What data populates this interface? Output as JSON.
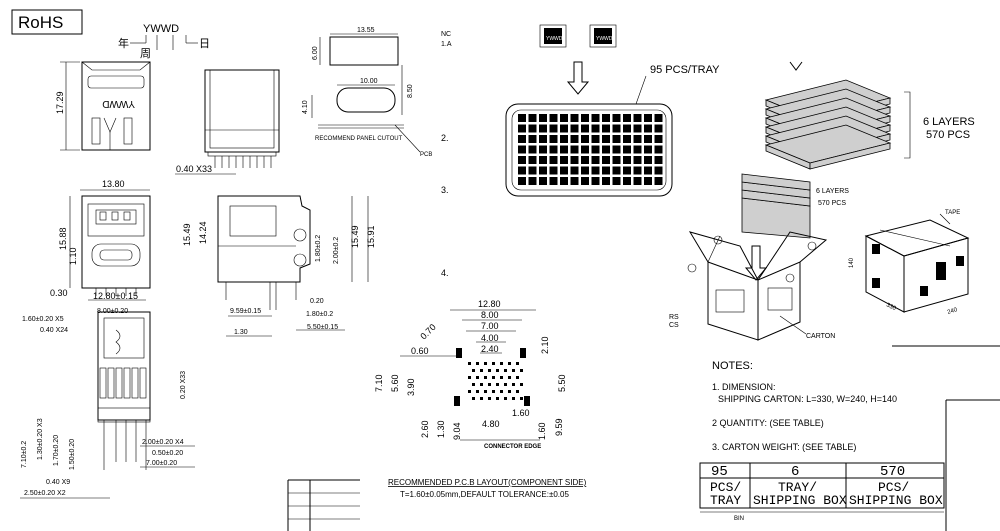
{
  "rohs": "RoHS",
  "date_code": {
    "code": "YWWD",
    "year": "年",
    "week": "周",
    "day": "日"
  },
  "left_views": {
    "front_height": "17.29",
    "marking": "YWWD",
    "pitch_note": "0.40 X33",
    "width": "13.80",
    "h1": "15.88",
    "h2": "1.10",
    "base": "0.30",
    "pitch": "12.80±0.15",
    "side_h1": "15.49",
    "side_h2": "14.24",
    "side_h3": "15.49",
    "side_h4": "15.91",
    "side_v1": "1.80±0.2",
    "side_v2": "2.00±0.2",
    "side_d1": "9.59±0.15",
    "side_d2": "0.20",
    "side_d3": "1.80±0.2",
    "side_d4": "1.30",
    "side_d5": "5.50±0.15",
    "bottom_a": "1.60±0.20 X5",
    "bottom_b": "0.40 X24",
    "bottom_c": "8.00±0.20",
    "bottom_d": "0.20 X33",
    "bottom_e": "7.10±0.2",
    "bottom_f": "1.30±0.20 X3",
    "bottom_g": "1.70±0.20",
    "bottom_h": "1.50±0.20",
    "bottom_i": "2.00±0.20 X4",
    "bottom_j": "0.50±0.20",
    "bottom_k": "7.00±0.20",
    "bottom_l": "0.40 X9",
    "bottom_m": "2.50±0.20 X2"
  },
  "panel": {
    "w": "13.55",
    "h1": "6.00",
    "h2": "8.50",
    "w2": "10.00",
    "h3": "4.10",
    "caption": "RECOMMEND PANEL CUTOUT",
    "pcb": "PCB"
  },
  "notes_left": [
    "NC",
    "1.A",
    "2.",
    "3.",
    "4."
  ],
  "pcb_layout": {
    "d1": "12.80",
    "d2": "8.00",
    "d3": "7.00",
    "d4": "4.00",
    "d5": "2.40",
    "d6": "0.70",
    "d7": "0.60",
    "d8": "7.10",
    "d9": "5.60",
    "d10": "3.90",
    "d11": "2.10",
    "d12": "5.50",
    "d13": "4.80",
    "d14": "1.60",
    "d15": "2.60",
    "d16": "1.30",
    "d17": "9.04",
    "d18": "1.60",
    "d19": "9.59",
    "edge": "CONNECTOR EDGE",
    "title": "RECOMMENDED P.C.B LAYOUT(COMPONENT SIDE)",
    "tolerance": "T=1.60±0.05mm,DEFAULT TOLERANCE:±0.05"
  },
  "packing": {
    "tray_count": "95 PCS/TRAY",
    "layers_line1": "6 LAYERS",
    "layers_line2": "570 PCS",
    "carton_layers1": "6 LAYERS",
    "carton_layers2": "570 PCS",
    "tape": "TAPE",
    "carton": "CARTON",
    "dim_h": "140",
    "dim_l": "330",
    "dim_w": "240",
    "rs": "RS",
    "cs": "CS",
    "chip_label": "YWWD"
  },
  "notes": {
    "title": "NOTES:",
    "n1": "1. DIMENSION:",
    "n1b": "SHIPPING CARTON: L=330, W=240, H=140",
    "n2": "2 QUANTITY: (SEE TABLE)",
    "n3": "3. CARTON WEIGHT: (SEE TABLE)"
  },
  "qty_table": {
    "values": [
      "95",
      "6",
      "570"
    ],
    "labels": [
      [
        "PCS/",
        "TRAY"
      ],
      [
        "TRAY/",
        "SHIPPING BOX"
      ],
      [
        "PCS/",
        "SHIPPING BOX"
      ]
    ],
    "footer": "BIN"
  }
}
